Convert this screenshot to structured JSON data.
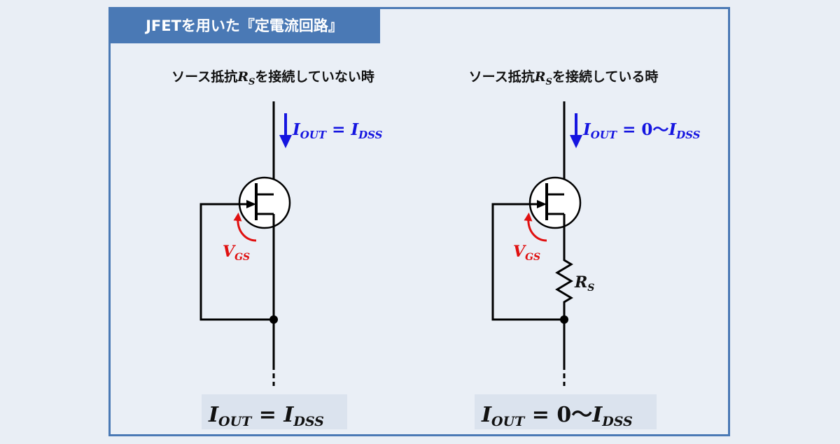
{
  "title": "JFETを用いた『定電流回路』",
  "left_panel": {
    "caption_prefix": "ソース抵抗",
    "caption_symbol": "R",
    "caption_sub": "S",
    "caption_suffix": "を接続していない時",
    "current_label": {
      "i": "I",
      "i_sub": "OUT",
      "op": " = ",
      "rhs": "I",
      "rhs_sub": "DSS"
    },
    "vgs_label": {
      "v": "V",
      "sub": "GS"
    },
    "formula": {
      "i": "I",
      "i_sub": "OUT",
      "op": " = ",
      "rhs": "I",
      "rhs_sub": "DSS"
    }
  },
  "right_panel": {
    "caption_prefix": "ソース抵抗",
    "caption_symbol": "R",
    "caption_sub": "S",
    "caption_suffix": "を接続している時",
    "current_label": {
      "i": "I",
      "i_sub": "OUT",
      "op": " = ",
      "zero": "0〜",
      "rhs": "I",
      "rhs_sub": "DSS"
    },
    "vgs_label": {
      "v": "V",
      "sub": "GS"
    },
    "resistor_label": {
      "r": "R",
      "sub": "S"
    },
    "formula": {
      "i": "I",
      "i_sub": "OUT",
      "op": " = ",
      "zero": "0〜",
      "rhs": "I",
      "rhs_sub": "DSS"
    }
  },
  "colors": {
    "frame": "#4a79b5",
    "title_bg": "#4a79b5",
    "current_arrow": "#1515e0",
    "vgs": "#e01010",
    "formula_box": "#dbe3ee"
  }
}
